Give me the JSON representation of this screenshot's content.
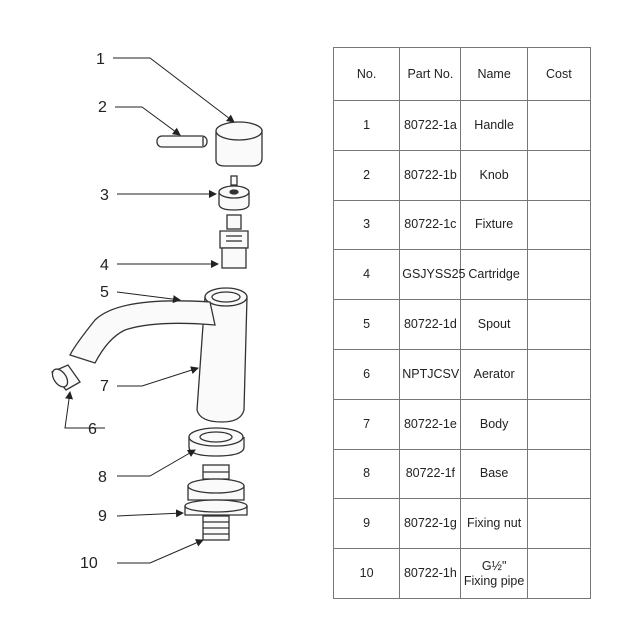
{
  "callouts": [
    "1",
    "2",
    "3",
    "4",
    "5",
    "6",
    "7",
    "8",
    "9",
    "10"
  ],
  "table": {
    "headers": {
      "no": "No.",
      "part": "Part No.",
      "name": "Name",
      "cost": "Cost"
    },
    "rows": [
      {
        "no": "1",
        "part": "80722-1a",
        "name": "Handle",
        "cost": ""
      },
      {
        "no": "2",
        "part": "80722-1b",
        "name": "Knob",
        "cost": ""
      },
      {
        "no": "3",
        "part": "80722-1c",
        "name": "Fixture",
        "cost": ""
      },
      {
        "no": "4",
        "part": "GSJYSS25",
        "name": "Cartridge",
        "cost": ""
      },
      {
        "no": "5",
        "part": "80722-1d",
        "name": "Spout",
        "cost": ""
      },
      {
        "no": "6",
        "part": "NPTJCSV",
        "name": "Aerator",
        "cost": ""
      },
      {
        "no": "7",
        "part": "80722-1e",
        "name": "Body",
        "cost": ""
      },
      {
        "no": "8",
        "part": "80722-1f",
        "name": "Base",
        "cost": ""
      },
      {
        "no": "9",
        "part": "80722-1g",
        "name": "Fixing nut",
        "cost": ""
      },
      {
        "no": "10",
        "part": "80722-1h",
        "name": "G½\" Fixing pipe",
        "cost": ""
      }
    ]
  }
}
